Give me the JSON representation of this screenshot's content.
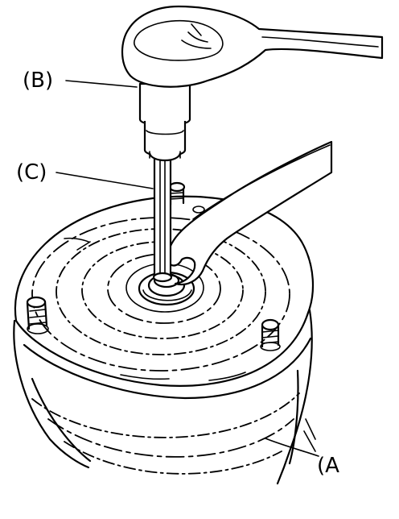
{
  "labels": {
    "b": "(B)",
    "c": "(C)",
    "a_partial": "(A"
  },
  "icons": [
    "ratchet-wrench-icon",
    "hex-bit-socket-icon",
    "open-end-wrench-icon",
    "strut-assembly-icon"
  ]
}
